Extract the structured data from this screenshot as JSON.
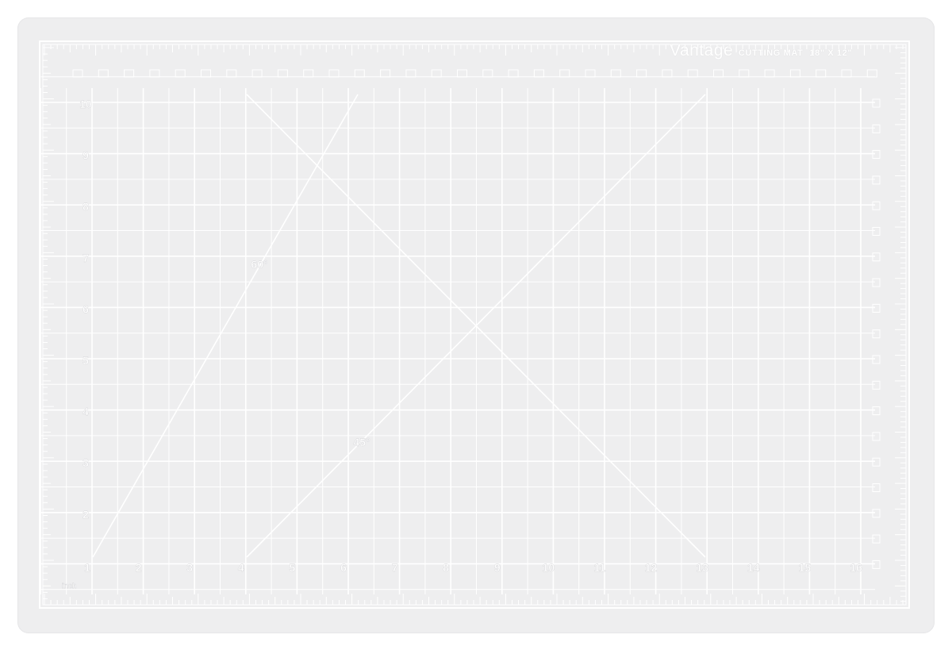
{
  "mat": {
    "brand": "Vantage",
    "brand_mark": "®",
    "product": "CUTTING MAT",
    "size": "18\" X 12\"",
    "unit_label": "inch",
    "angle_labels": [
      "60°",
      "45°"
    ],
    "bottom_numbers": [
      "1",
      "2",
      "3",
      "4",
      "5",
      "6",
      "7",
      "8",
      "9",
      "10",
      "11",
      "12",
      "13",
      "14",
      "15",
      "16"
    ],
    "left_numbers": [
      "10",
      "9",
      "8",
      "7",
      "6",
      "5",
      "4",
      "3",
      "2"
    ],
    "colors": {
      "surface": "#eeeeef",
      "lines": "#ffffff",
      "page": "#ffffff"
    }
  }
}
